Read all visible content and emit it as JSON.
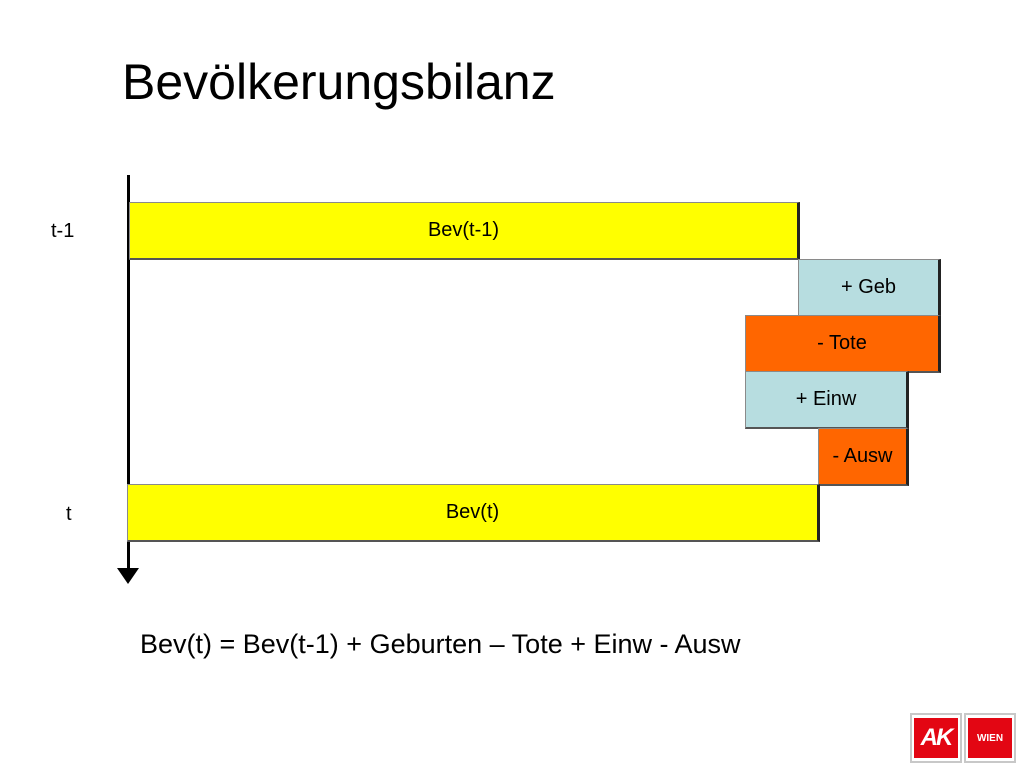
{
  "title": "Bevölkerungsbilanz",
  "time_labels": {
    "previous": "t-1",
    "current": "t"
  },
  "boxes": {
    "bev_prev": "Bev(t-1)",
    "geburten": "+ Geb",
    "tote": "- Tote",
    "einwanderung": "+ Einw",
    "auswanderung": "- Ausw",
    "bev_current": "Bev(t)"
  },
  "formula": "Bev(t) = Bev(t-1) + Geburten – Tote + Einw - Ausw",
  "logos": {
    "ak": "AK",
    "wien": "WIEN"
  },
  "colors": {
    "population_bar": "#ffff00",
    "inflow": "#b7dde0",
    "outflow": "#ff6600",
    "logo_red": "#e30613"
  }
}
